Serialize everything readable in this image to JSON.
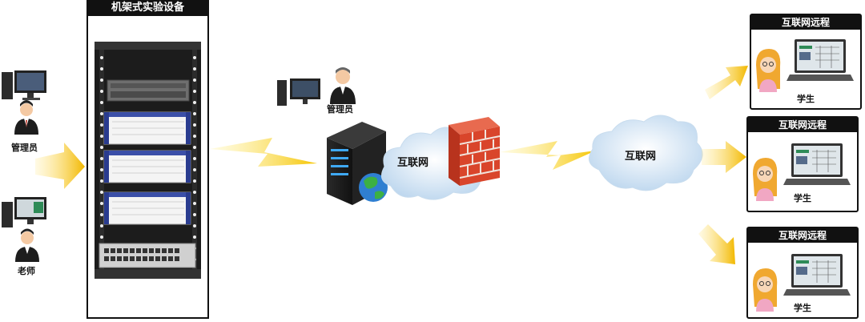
{
  "rack": {
    "title": "机架式实验设备"
  },
  "left_users": {
    "admin_label": "管理员",
    "teacher_label": "老师"
  },
  "center": {
    "admin_label": "管理员",
    "internet_label_1": "互联网",
    "internet_label_2": "互联网"
  },
  "remote_panels": [
    {
      "title": "互联网远程",
      "caption": "学生"
    },
    {
      "title": "互联网远程",
      "caption": "学生"
    },
    {
      "title": "互联网远程",
      "caption": "学生"
    }
  ],
  "colors": {
    "arrow": "#f5c400",
    "lightning": "#f5c400",
    "cloud": "#d7e8f6",
    "brick": "#d9452b",
    "dark": "#111111"
  }
}
